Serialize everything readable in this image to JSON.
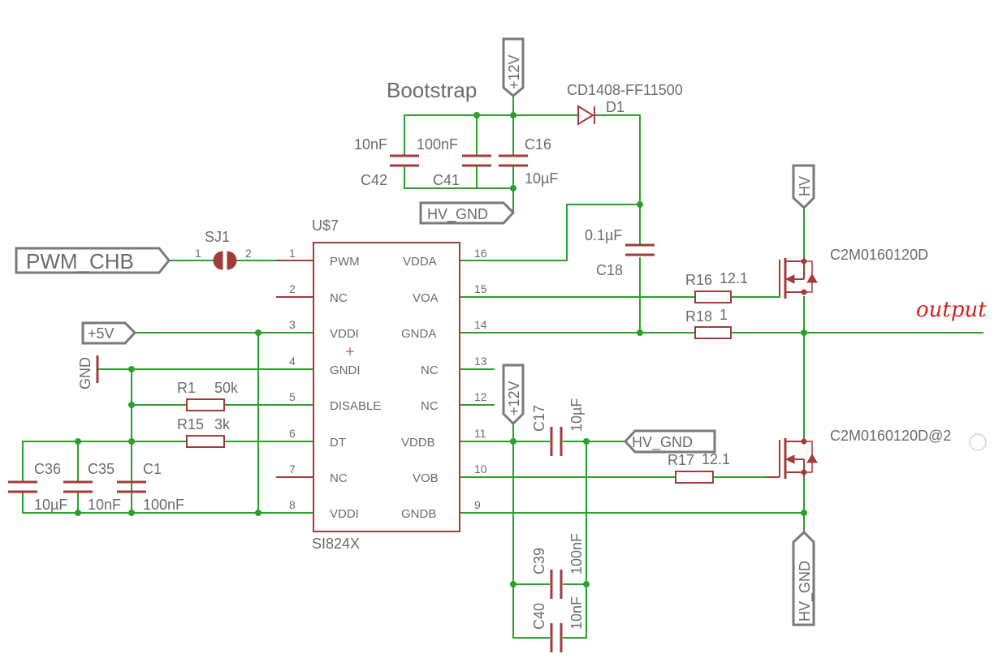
{
  "labels": {
    "bootstrap": "Bootstrap",
    "output": "output",
    "diode_part": "CD1408-FF11500",
    "diode_ref": "D1",
    "chip_ref": "U$7",
    "chip_part": "SI824X",
    "jumper_ref": "SJ1",
    "jumper_pin1": "1",
    "jumper_pin2": "2",
    "mosfet_top": "C2M0160120D",
    "mosfet_bottom": "C2M0160120D@2"
  },
  "ports": {
    "pwm": "PWM_CHB",
    "v12_top": "+12V",
    "v12_mid": "+12V",
    "v5": "+5V",
    "gnd": "GND",
    "hv": "HV",
    "hv_gnd_top": "HV_GND",
    "hv_gnd_mid": "HV_GND",
    "hv_gnd_bottom": "HV_GND"
  },
  "chip": {
    "left_pins": [
      {
        "num": "1",
        "name": "PWM"
      },
      {
        "num": "2",
        "name": "NC"
      },
      {
        "num": "3",
        "name": "VDDI"
      },
      {
        "num": "4",
        "name": "GNDI"
      },
      {
        "num": "5",
        "name": "DISABLE"
      },
      {
        "num": "6",
        "name": "DT"
      },
      {
        "num": "7",
        "name": "NC"
      },
      {
        "num": "8",
        "name": "VDDI"
      }
    ],
    "right_pins": [
      {
        "num": "16",
        "name": "VDDA"
      },
      {
        "num": "15",
        "name": "VOA"
      },
      {
        "num": "14",
        "name": "GNDA"
      },
      {
        "num": "13",
        "name": "NC"
      },
      {
        "num": "12",
        "name": "NC"
      },
      {
        "num": "11",
        "name": "VDDB"
      },
      {
        "num": "10",
        "name": "VOB"
      },
      {
        "num": "9",
        "name": "GNDB"
      }
    ]
  },
  "capacitors": {
    "c42": {
      "ref": "C42",
      "value": "10nF"
    },
    "c41": {
      "ref": "C41",
      "value": "100nF"
    },
    "c16": {
      "ref": "C16",
      "value": "10µF"
    },
    "c18": {
      "ref": "C18",
      "value": "0.1µF"
    },
    "c36": {
      "ref": "C36",
      "value": "10µF"
    },
    "c35": {
      "ref": "C35",
      "value": "10nF"
    },
    "c1": {
      "ref": "C1",
      "value": "100nF"
    },
    "c17": {
      "ref": "C17",
      "value": "10µF"
    },
    "c39": {
      "ref": "C39",
      "value": "100nF"
    },
    "c40": {
      "ref": "C40",
      "value": "10nF"
    }
  },
  "resistors": {
    "r1": {
      "ref": "R1",
      "value": "50k"
    },
    "r15": {
      "ref": "R15",
      "value": "3k"
    },
    "r16": {
      "ref": "R16",
      "value": "12.1"
    },
    "r18": {
      "ref": "R18",
      "value": "1"
    },
    "r17": {
      "ref": "R17",
      "value": "12.1"
    }
  },
  "colors": {
    "wire": "#2ca02c",
    "component": "#a23b3b",
    "text": "#6b6b6b",
    "port_outline": "#7a7a7a",
    "handwriting": "#d62020"
  }
}
